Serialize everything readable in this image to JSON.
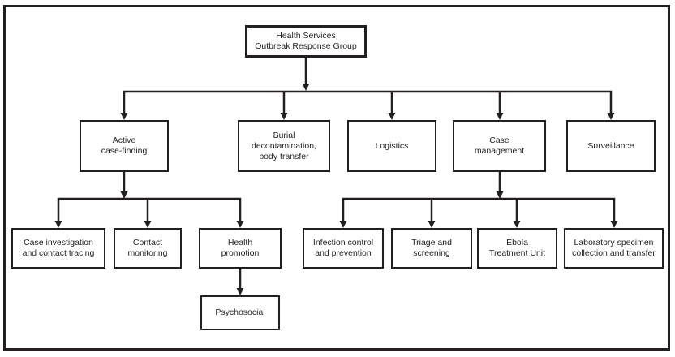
{
  "colors": {
    "line": "#231f20",
    "background": "#ffffff"
  },
  "org_chart": {
    "type": "organizational-flowchart",
    "root": {
      "label": "Health Services\nOutbreak Response Group"
    },
    "branches": [
      {
        "label": "Active\ncase-finding",
        "children": [
          {
            "label": "Case investigation\nand contact tracing"
          },
          {
            "label": "Contact\nmonitoring"
          },
          {
            "label": "Health\npromotion",
            "children": [
              {
                "label": "Psychosocial"
              }
            ]
          }
        ]
      },
      {
        "label": "Burial\ndecontamination,\nbody transfer"
      },
      {
        "label": "Logistics"
      },
      {
        "label": "Case\nmanagement",
        "children": [
          {
            "label": "Infection control\nand prevention"
          },
          {
            "label": "Triage and\nscreening"
          },
          {
            "label": "Ebola\nTreatment Unit"
          },
          {
            "label": "Laboratory specimen\ncollection and transfer"
          }
        ]
      },
      {
        "label": "Surveillance"
      }
    ]
  }
}
